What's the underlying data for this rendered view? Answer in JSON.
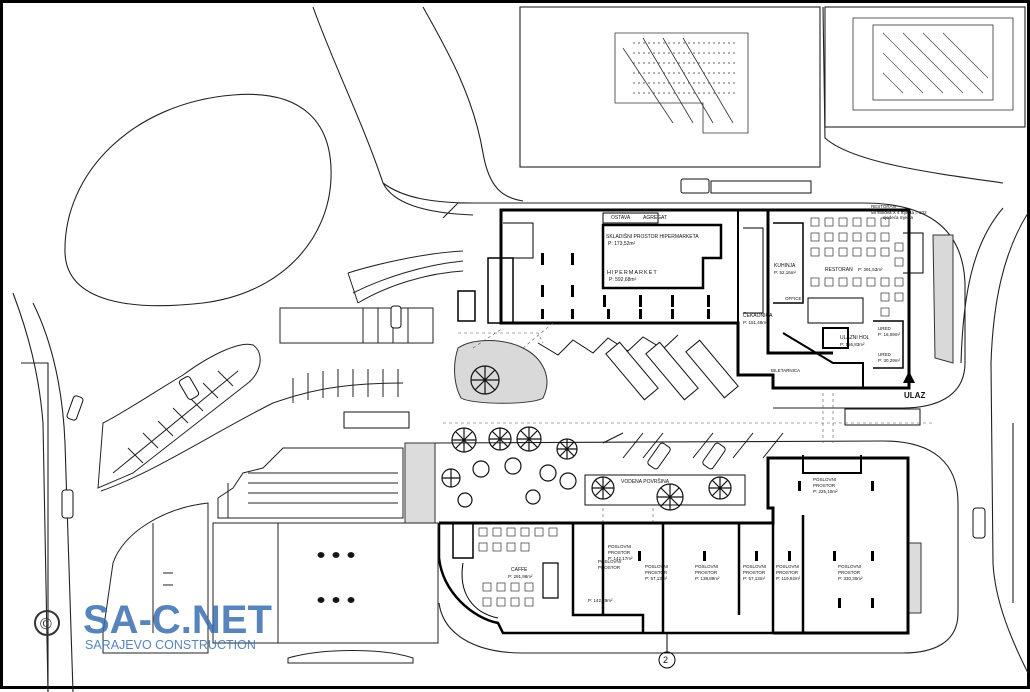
{
  "plan": {
    "labels": {
      "ostava": "OSTAVA",
      "agregat": "AGREGAT",
      "skladisni": "SKLADIŠNI PROSTOR HIPERMARKETA",
      "skladisni_area": "P: 173,52m²",
      "hipermarket": "HIPERMARKET",
      "hipermarket_area": "P: 592,68m²",
      "kuhinja": "KUHINJA",
      "kuhinja_area": "P: 52,16m²",
      "restoran_top": "RESTORAN",
      "restoran_seats": "58 stolova X 4 mjesta = 232",
      "restoran_seats2": "sjedeća mjesta",
      "restoran": "RESTORAN",
      "restoran_area": "P: 391,53m²",
      "office": "OFFICE",
      "cekaonica": "ČEKAONICA",
      "cekaonica_area": "P: 151,48m²",
      "ulazni_hol": "ULAZNI HOL",
      "ulazni_hol_area": "P: 156,83m²",
      "ured1": "URED",
      "ured1_area": "P: 16,09m²",
      "ured2": "URED",
      "ured2_area": "P: 30,29m²",
      "bilettarnica": "BILETARNICA",
      "ulaz": "ULAZ",
      "vodena_povrsina": "VODENA POVRŠINA",
      "caffe": "CAFFE",
      "caffe_area": "P: 291,98m²",
      "pp1": "POSLOVNI",
      "pp1b": "PROSTOR",
      "pp1_area": "P: 142,17m²",
      "pp2": "POSLOVNI",
      "pp2b": "PROSTOR",
      "pp2_area": "P: 57,13m²",
      "pp3": "POSLOVNI",
      "pp3b": "PROSTOR",
      "pp3_area": "P: 138,89m²",
      "pp4": "POSLOVNI",
      "pp4b": "PROSTOR",
      "pp4_area": "P: 57,13m²",
      "pp5": "POSLOVNI",
      "pp5b": "PROSTOR",
      "pp5_area": "P: 119,92m²",
      "pp6": "POSLOVNI",
      "pp6b": "PROSTOR",
      "pp6_area": "P: 330,30m²",
      "pp7": "POSLOVNI",
      "pp7b": "PROSTOR",
      "pp7_area": "P: 225,10m²",
      "pp8": "POSLOVNI",
      "pp8b": "PROSTOR",
      "pp8_area": "P: 142,39m²",
      "section_marker": "2"
    }
  },
  "watermark": {
    "copyright": "©",
    "brand": "SA-C.NET",
    "tagline": "SARAJEVO CONSTRUCTION",
    "color": "#3a6fb0"
  }
}
